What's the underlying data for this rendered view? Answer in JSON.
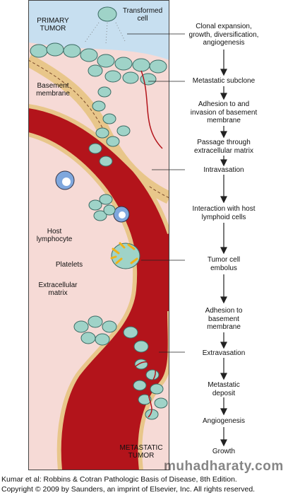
{
  "labels": {
    "primary_tumor": "PRIMARY\nTUMOR",
    "transformed_cell": "Transformed\ncell",
    "basement_membrane": "Basement\nmembrane",
    "host_lymphocyte": "Host\nlymphocyte",
    "platelets": "Platelets",
    "extracellular_matrix": "Extracellular\nmatrix",
    "metastatic_tumor": "METASTATIC\nTUMOR"
  },
  "steps": [
    "Clonal expansion,\ngrowth, diversification,\nangiogenesis",
    "Metastatic subclone",
    "Adhesion to and\ninvasion of basement\nmembrane",
    "Passage through\nextracellular matrix",
    "Intravasation",
    "Interaction with host\nlymphoid cells",
    "Tumor cell\nembolus",
    "Adhesion to\nbasement\nmembrane",
    "Extravasation",
    "Metastatic\ndeposit",
    "Angiogenesis",
    "Growth"
  ],
  "caption": {
    "line1": "Kumar et al: Robbins & Cotran Pathologic Basis of Disease, 8th Edition.",
    "line2": "Copyright © 2009 by Saunders, an imprint of Elsevier, Inc. All rights reserved."
  },
  "watermark": "muhadharaty.com",
  "colors": {
    "blood": "#b3141b",
    "tissue": "#f6dad6",
    "tumor_cell": "#9fd3c8",
    "membrane": "#e8c68a",
    "sky": "#c7dff0"
  }
}
